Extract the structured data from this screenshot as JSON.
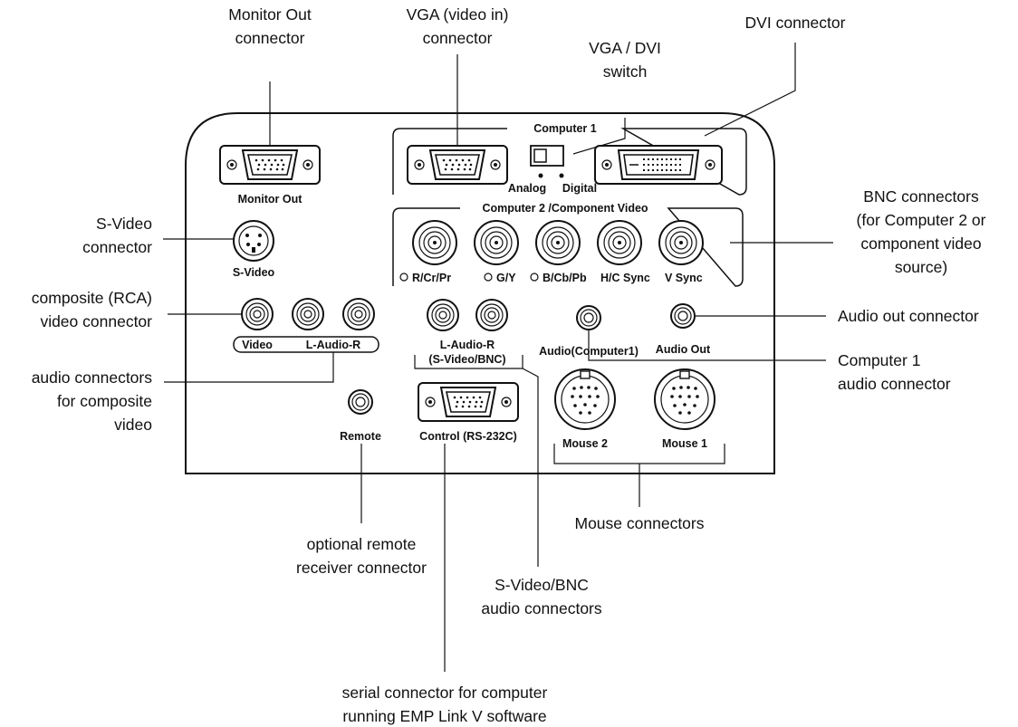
{
  "callouts": {
    "monitor_out": [
      "Monitor Out",
      "connector"
    ],
    "vga_in": [
      "VGA (video in)",
      "connector"
    ],
    "vga_dvi_switch": [
      "VGA / DVI",
      "switch"
    ],
    "dvi": [
      "DVI connector"
    ],
    "bnc": [
      "BNC connectors",
      "(for Computer 2 or",
      "component video",
      "source)"
    ],
    "s_video": [
      "S-Video",
      "connector"
    ],
    "composite": [
      "composite (RCA)",
      "video connector"
    ],
    "audio_out": [
      "Audio out connector"
    ],
    "computer1_audio": [
      "Computer 1",
      "audio connector"
    ],
    "composite_audio": [
      "audio connectors",
      "for composite",
      "video"
    ],
    "mouse": [
      "Mouse connectors"
    ],
    "remote": [
      "optional remote",
      "receiver connector"
    ],
    "svideo_bnc_audio": [
      "S-Video/BNC",
      "audio connectors"
    ],
    "serial": [
      "serial connector for computer",
      "running EMP Link V software"
    ]
  },
  "panel_labels": {
    "monitor_out": "Monitor Out",
    "computer1": "Computer 1",
    "analog": "Analog",
    "digital": "Digital",
    "computer2": "Computer 2 /Component Video",
    "s_video": "S-Video",
    "bnc_labels": [
      "R/Cr/Pr",
      "G/Y",
      "B/Cb/Pb",
      "H/C Sync",
      "V Sync"
    ],
    "video": "Video",
    "l_audio_r": "L-Audio-R",
    "l_audio_r_2": "L-Audio-R",
    "svideo_bnc": "(S-Video/BNC)",
    "audio_computer1": "Audio(Computer1)",
    "audio_out": "Audio Out",
    "remote": "Remote",
    "control": "Control (RS-232C)",
    "mouse2": "Mouse 2",
    "mouse1": "Mouse 1"
  }
}
